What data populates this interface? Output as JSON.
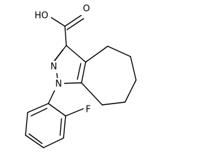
{
  "diagram": {
    "type": "chemical-structure",
    "atom_labels": {
      "carboxyl_oh": "HO",
      "carbonyl_o": "O",
      "pyrazole_n2": "N",
      "pyrazole_n1": "N",
      "fluorine": "F"
    },
    "colors": {
      "bond": "#000000",
      "background": "#ffffff"
    }
  }
}
